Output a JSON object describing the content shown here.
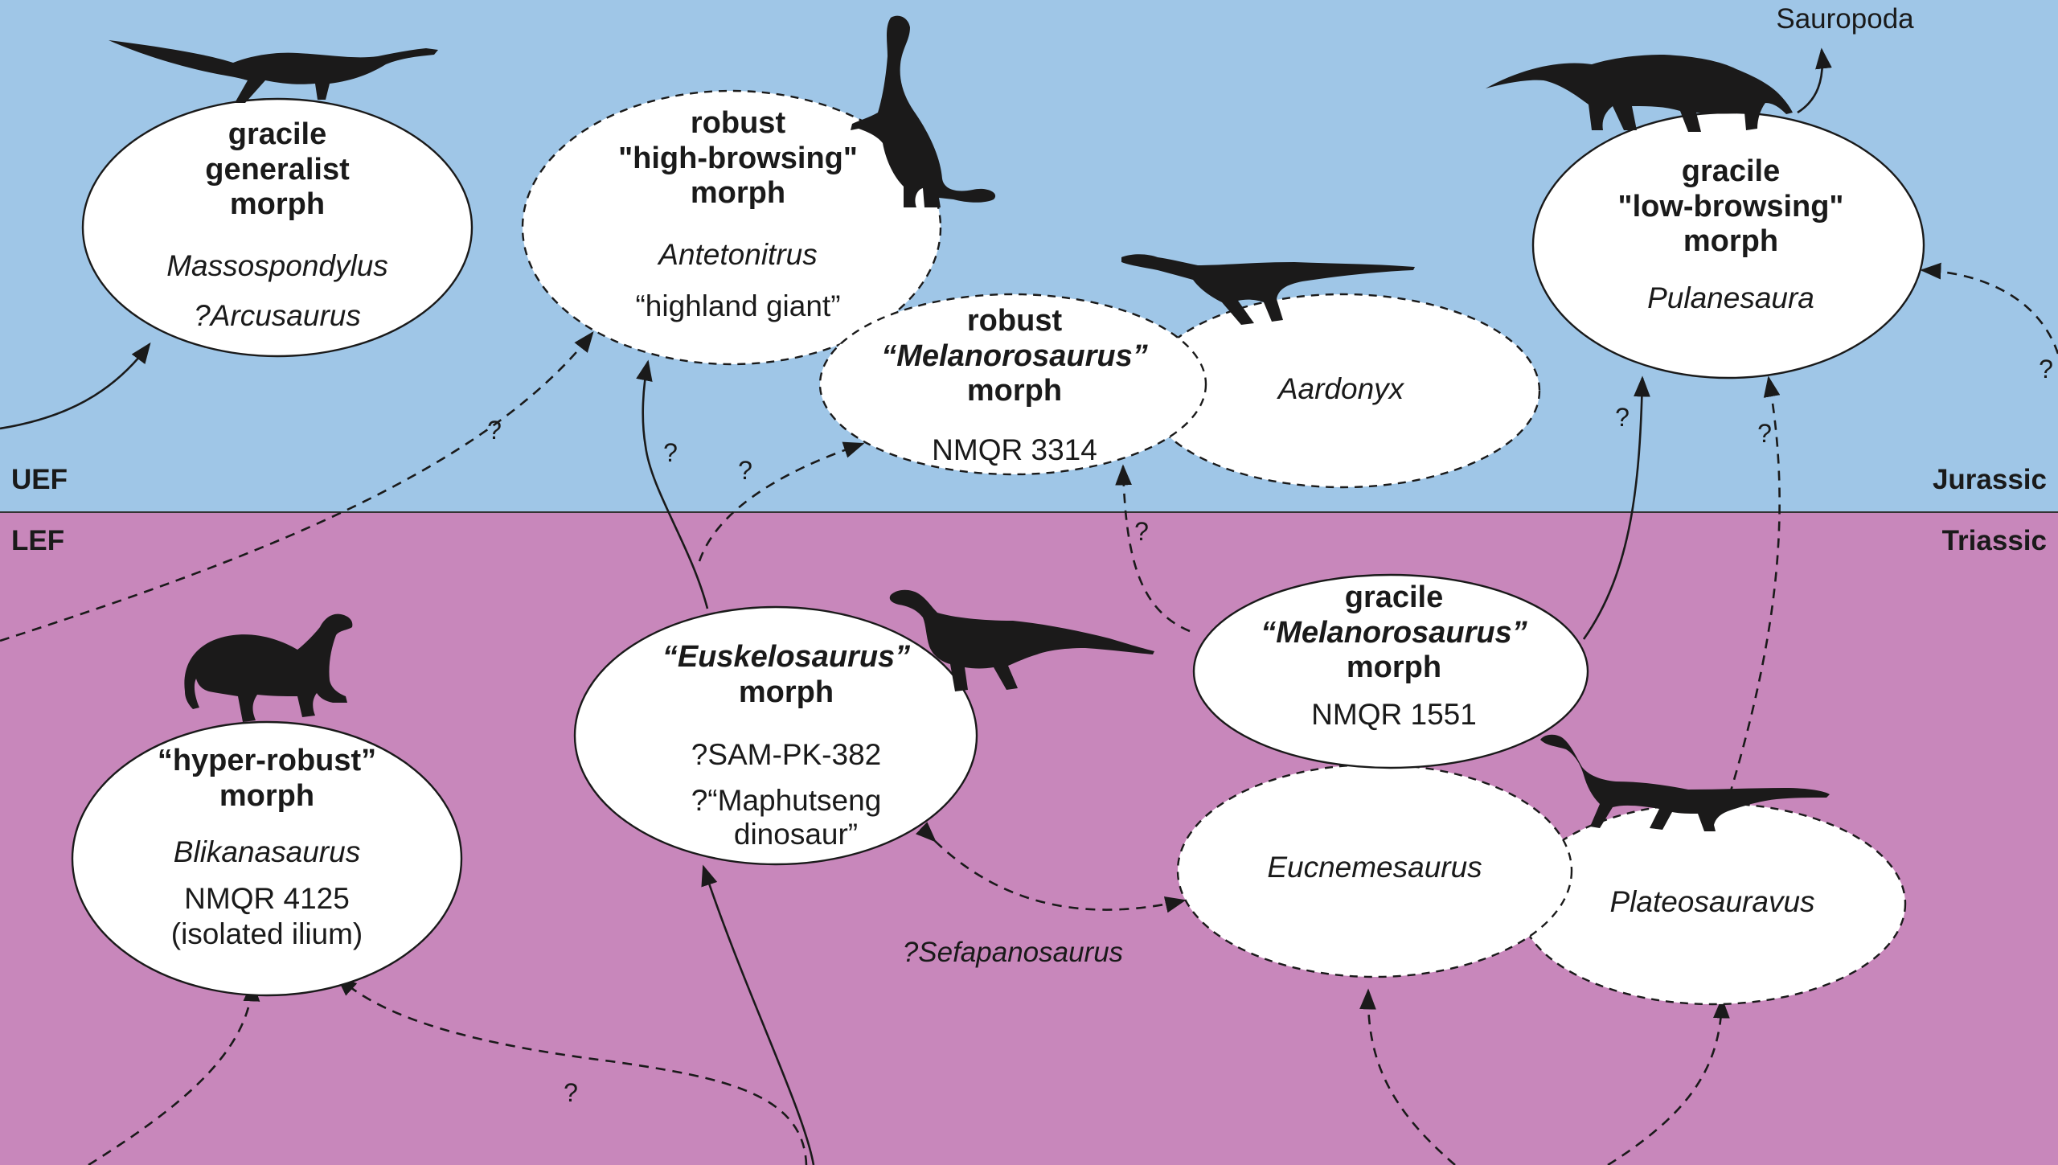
{
  "bands": {
    "upper": {
      "color": "#9fc6e7",
      "left_label": "UEF",
      "right_label": "Jurassic"
    },
    "lower": {
      "color": "#c887bb",
      "left_label": "LEF",
      "right_label": "Triassic"
    }
  },
  "nodes": {
    "gracile_generalist": {
      "title": [
        "gracile",
        "generalist",
        "morph"
      ],
      "taxa": [
        "Massospondylus",
        "?Arcusaurus"
      ]
    },
    "robust_high_browsing": {
      "title": [
        "robust",
        "\"high-browsing\"",
        "morph"
      ],
      "taxa": [
        "Antetonitrus"
      ],
      "extra": "“highland giant”"
    },
    "robust_melanorosaurus": {
      "title_top": "robust",
      "title_mid": "“Melanorosaurus”",
      "title_bot": "morph",
      "specimen": "NMQR 3314"
    },
    "aardonyx": {
      "taxon": "Aardonyx"
    },
    "gracile_low_browsing": {
      "title": [
        "gracile",
        "\"low-browsing\"",
        "morph"
      ],
      "taxa": [
        "Pulanesaura"
      ]
    },
    "hyper_robust": {
      "title": [
        "“hyper-robust”",
        "morph"
      ],
      "taxon": "Blikanasaurus",
      "specimen": "NMQR 4125",
      "note": "(isolated ilium)"
    },
    "euskelosaurus": {
      "title_top": "“Euskelosaurus”",
      "title_bot": "morph",
      "spec_1": "?SAM-PK-382",
      "spec_2": "?“Maphutseng",
      "spec_3": "dinosaur”"
    },
    "gracile_melanorosaurus": {
      "title_top": "gracile",
      "title_mid": "“Melanorosaurus”",
      "title_bot": "morph",
      "specimen": "NMQR 1551"
    },
    "eucnemesaurus": {
      "taxon": "Eucnemesaurus"
    },
    "plateosauravus": {
      "taxon": "Plateosauravus"
    }
  },
  "free_labels": {
    "sauropoda": "Sauropoda",
    "sefapanosaurus": "?Sefapanosaurus"
  },
  "question_mark": "?",
  "colors": {
    "ink": "#1a1a1a",
    "node_fill": "#ffffff",
    "silhouette": "#1b1a1a"
  }
}
